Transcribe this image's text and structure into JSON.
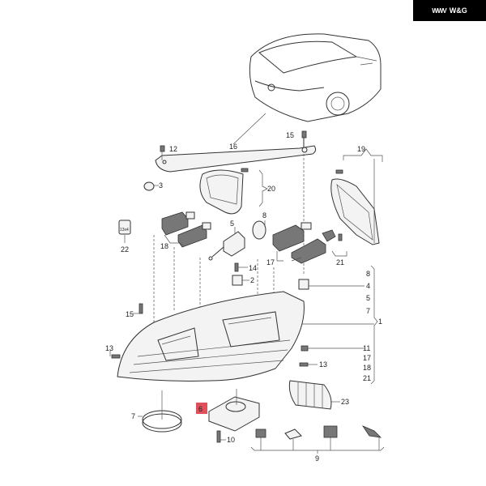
{
  "logo": {
    "text": "W&G",
    "mark": "WWV"
  },
  "callouts": {
    "c16": "16",
    "c12": "12",
    "c15a": "15",
    "c19": "19",
    "c3": "3",
    "c20": "20",
    "c8a": "8",
    "c5a": "5",
    "c22": "22",
    "c18a": "18",
    "c17a": "17",
    "c21a": "21",
    "c14": "14",
    "c2": "2",
    "r8": "8",
    "r4": "4",
    "r5": "5",
    "r7": "7",
    "r1": "1",
    "c15b": "15",
    "c13a": "13",
    "r11": "11",
    "r17": "17",
    "r18": "18",
    "r21": "21",
    "c13b": "13",
    "c23": "23",
    "c7": "7",
    "c6": "6",
    "c10": "10",
    "c9": "9",
    "jar": "13x4"
  },
  "highlight_color": "#e0505a"
}
